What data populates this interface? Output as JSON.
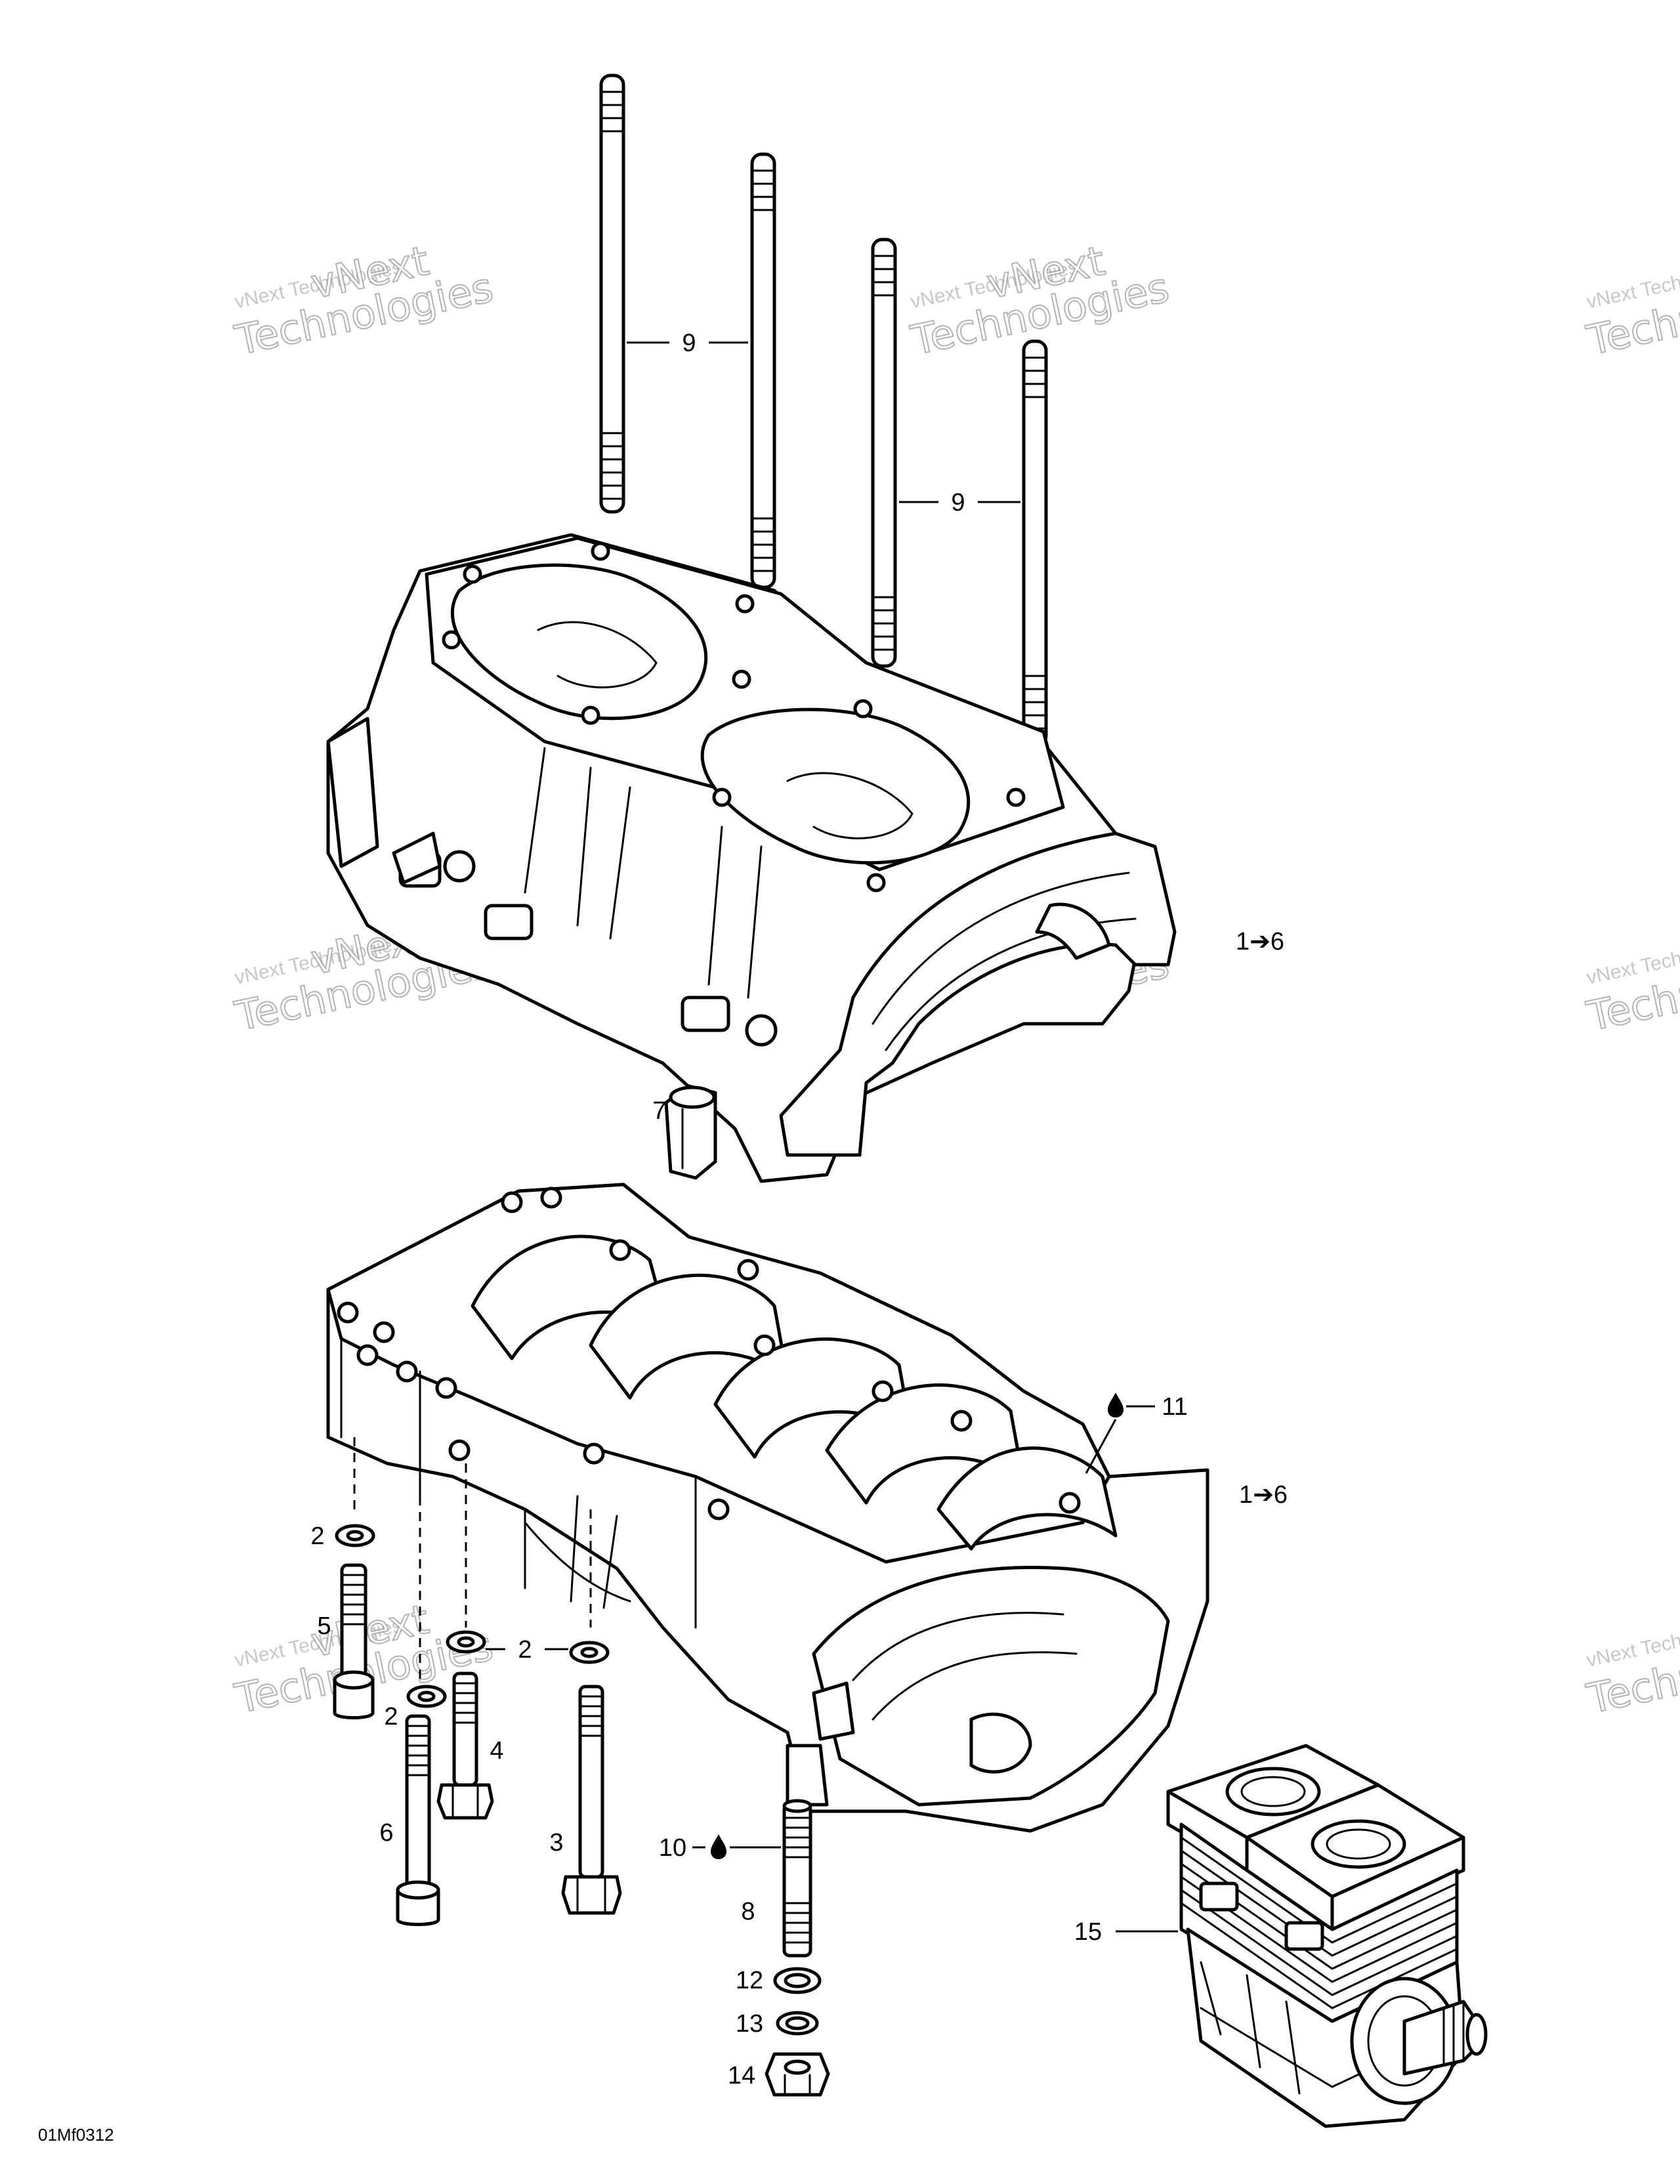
{
  "callouts": {
    "c9a": "9",
    "c9b": "9",
    "c1_6_top": "1➔6",
    "c7": "7",
    "c11": "11",
    "c1_6_bottom": "1➔6",
    "c2a": "2",
    "c5": "5",
    "c2b": "2",
    "c2c": "2",
    "c4": "4",
    "c6": "6",
    "c3": "3",
    "c10": "10",
    "c8": "8",
    "c12": "12",
    "c13": "13",
    "c14": "14",
    "c15": "15"
  },
  "watermark": {
    "line1": "vNext Technologies",
    "line2": "vNext",
    "line3": "Technologies"
  },
  "reference_code": "01Mf0312"
}
